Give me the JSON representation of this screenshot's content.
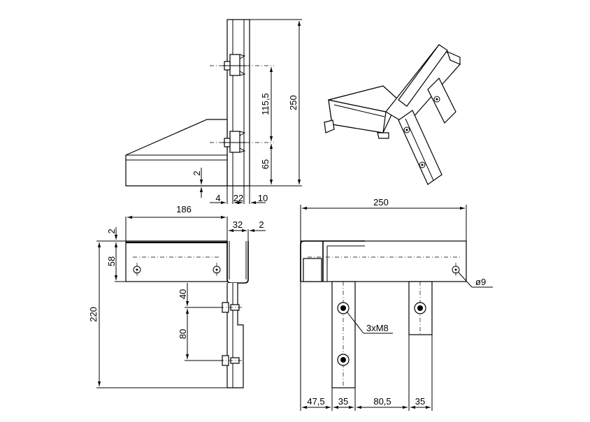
{
  "dimensions": {
    "front_view": {
      "height_total": "250",
      "spacing_upper": "115,5",
      "spacing_lower": "65",
      "base_thickness": "2",
      "width_a": "4",
      "width_b": "22",
      "width_c": "10"
    },
    "side_view": {
      "length": "186",
      "flange": "32",
      "thickness_right": "2",
      "thickness_top": "2",
      "section_height": "58",
      "total_height": "220",
      "hole_spacing_a": "40",
      "hole_spacing_b": "80"
    },
    "top_view": {
      "length": "250",
      "hole_diameter": "ø9",
      "bolt_callout": "3xM8",
      "pos_1": "47,5",
      "pos_2": "35",
      "pos_3": "80,5",
      "pos_4": "35"
    }
  }
}
